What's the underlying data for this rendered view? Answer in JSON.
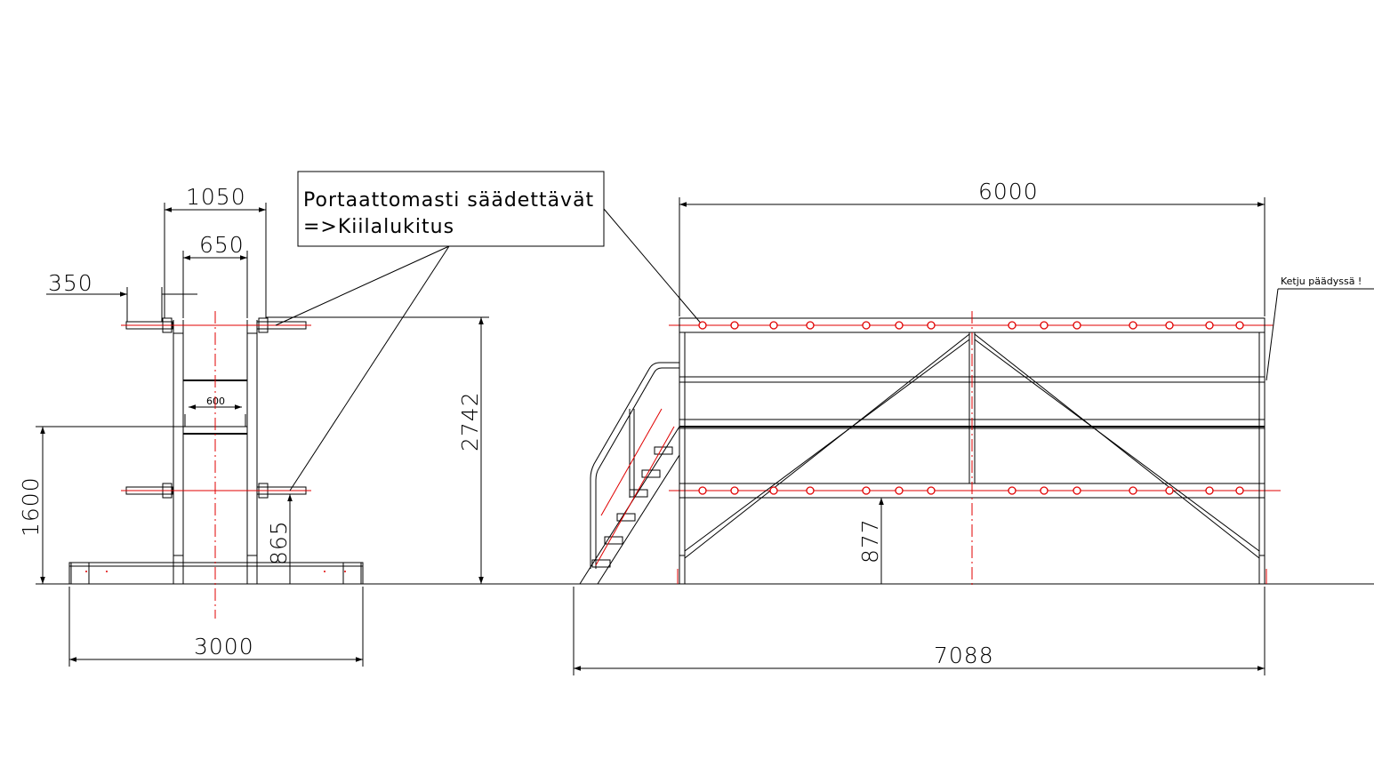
{
  "front_view": {
    "dim_width_top": "1050",
    "dim_inner": "650",
    "dim_overhang": "350",
    "dim_rung": "600",
    "dim_total_height": "2742",
    "dim_mid_height": "1600",
    "dim_low_height": "865",
    "dim_base_width": "3000"
  },
  "callout": {
    "line1": "Portaattomasti säädettävät",
    "line2": "=>Kiilalukitus"
  },
  "side_view": {
    "dim_length": "6000",
    "dim_total_length": "7088",
    "dim_low_height": "877",
    "chain_note": "Ketju päädyssä !"
  },
  "colors": {
    "line": "#000000",
    "centerline": "#e00000",
    "bolt": "#e00000"
  }
}
